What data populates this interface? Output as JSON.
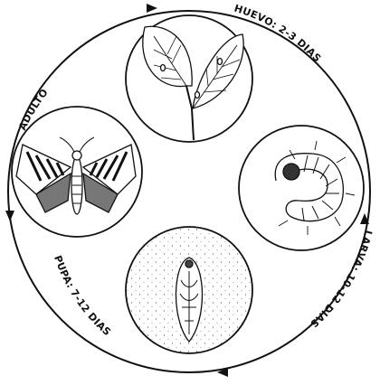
{
  "diagram": {
    "stages": {
      "egg": "HUEVO: 2-3 DIAS",
      "larva": "LARVA: 10-12 DIAS",
      "pupa": "PUPA:  7-12 DIAS",
      "adult": "ADULTO"
    }
  }
}
